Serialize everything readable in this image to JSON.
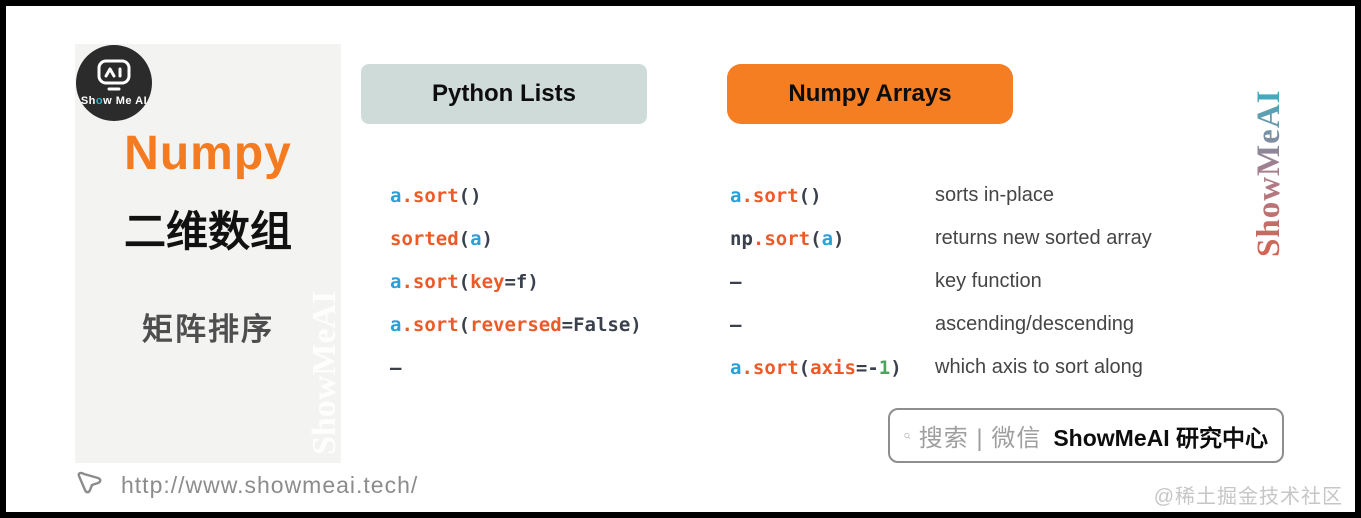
{
  "brand": {
    "logo_text_pre": "Sh",
    "logo_text_o": "o",
    "logo_text_post": "w Me AI",
    "vertical_text": "ShowMeAI",
    "watermark_text": "ShowMeAI",
    "gradient": [
      "#E05A3A",
      "#9A8292",
      "#2FB3C9"
    ]
  },
  "sidebar": {
    "title": "Numpy",
    "title_color": "#F47B20",
    "subtitle": "二维数组",
    "topic": "矩阵排序"
  },
  "code_colors": {
    "var": "#2B9FD8",
    "func": "#EC5A28",
    "punct": "#3A414D",
    "num": "#4FA35C"
  },
  "columns": {
    "python": {
      "header": "Python Lists",
      "header_bg": "#CEDBD9",
      "rows": [
        {
          "code": [
            {
              "t": "a",
              "c": "var"
            },
            {
              "t": ".",
              "c": "func"
            },
            {
              "t": "sort",
              "c": "func"
            },
            {
              "t": "()",
              "c": "punct"
            }
          ]
        },
        {
          "code": [
            {
              "t": "sorted",
              "c": "func"
            },
            {
              "t": "(",
              "c": "punct"
            },
            {
              "t": "a",
              "c": "var"
            },
            {
              "t": ")",
              "c": "punct"
            }
          ]
        },
        {
          "code": [
            {
              "t": "a",
              "c": "var"
            },
            {
              "t": ".",
              "c": "func"
            },
            {
              "t": "sort",
              "c": "func"
            },
            {
              "t": "(",
              "c": "punct"
            },
            {
              "t": "key",
              "c": "func"
            },
            {
              "t": "=f)",
              "c": "punct"
            }
          ]
        },
        {
          "code": [
            {
              "t": "a",
              "c": "var"
            },
            {
              "t": ".",
              "c": "func"
            },
            {
              "t": "sort",
              "c": "func"
            },
            {
              "t": "(",
              "c": "punct"
            },
            {
              "t": "reversed",
              "c": "func"
            },
            {
              "t": "=False)",
              "c": "punct"
            }
          ]
        },
        {
          "code": [
            {
              "t": "–",
              "c": "punct"
            }
          ]
        }
      ]
    },
    "numpy": {
      "header": "Numpy Arrays",
      "header_bg": "#F57D22",
      "rows": [
        {
          "code": [
            {
              "t": "a",
              "c": "var"
            },
            {
              "t": ".",
              "c": "func"
            },
            {
              "t": "sort",
              "c": "func"
            },
            {
              "t": "()",
              "c": "punct"
            }
          ],
          "desc": "sorts in-place"
        },
        {
          "code": [
            {
              "t": "np",
              "c": "punct"
            },
            {
              "t": ".",
              "c": "func"
            },
            {
              "t": "sort",
              "c": "func"
            },
            {
              "t": "(",
              "c": "punct"
            },
            {
              "t": "a",
              "c": "var"
            },
            {
              "t": ")",
              "c": "punct"
            }
          ],
          "desc": "returns new sorted array"
        },
        {
          "code": [
            {
              "t": "–",
              "c": "punct"
            }
          ],
          "desc": "key function"
        },
        {
          "code": [
            {
              "t": "–",
              "c": "punct"
            }
          ],
          "desc": "ascending/descending"
        },
        {
          "code": [
            {
              "t": "a",
              "c": "var"
            },
            {
              "t": ".",
              "c": "func"
            },
            {
              "t": "sort",
              "c": "func"
            },
            {
              "t": "(",
              "c": "punct"
            },
            {
              "t": "axis",
              "c": "func"
            },
            {
              "t": "=-",
              "c": "punct"
            },
            {
              "t": "1",
              "c": "num"
            },
            {
              "t": ")",
              "c": "punct"
            }
          ],
          "desc": "which axis to sort along"
        }
      ]
    }
  },
  "search": {
    "placeholder": "搜索 | 微信",
    "brand": "ShowMeAI 研究中心"
  },
  "footer": {
    "url": "http://www.showmeai.tech/",
    "credit": "@稀土掘金技术社区"
  }
}
